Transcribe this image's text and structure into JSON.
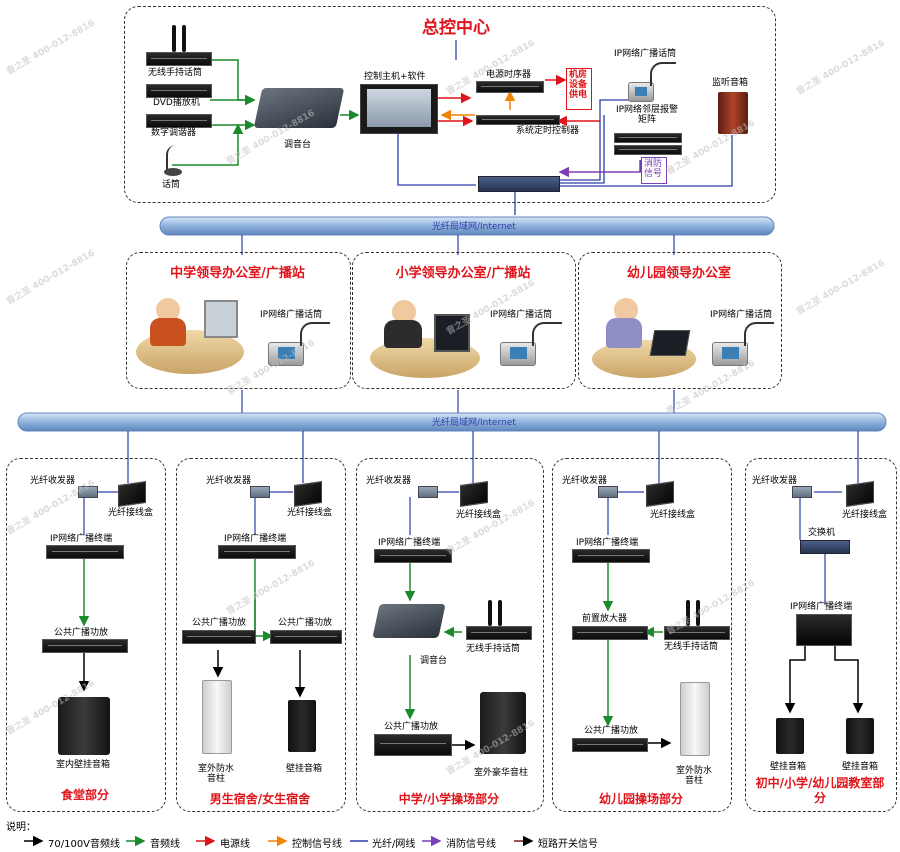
{
  "watermark": "音之圣 400-012-8816",
  "colors": {
    "red_title": "#e0141b",
    "green": "#1b8a2c",
    "black": "#000000",
    "red": "#e0141b",
    "orange": "#f08300",
    "blue": "#2b3fa6",
    "purple": "#7b3fb8"
  },
  "control_center": {
    "title": "总控中心",
    "wireless_mic": "无线手持话筒",
    "dvd": "DVD播放机",
    "tuner": "数字调谐器",
    "mic": "话筒",
    "mixer": "调音台",
    "host": "控制主机+软件",
    "power_seq": "电源时序器",
    "room_power": "机房设备供电",
    "timer": "系统定时控制器",
    "ip_mic": "IP网络广播话筒",
    "alarm_matrix": "IP网络邻层报警矩阵",
    "fire_signal": "消防信号",
    "monitor_speaker": "监听音箱"
  },
  "network_top": "光纤局域网/Internet",
  "network_mid": "光纤局域网/Internet",
  "offices": [
    {
      "title": "中学领导办公室/广播站",
      "mic": "IP网络广播话筒"
    },
    {
      "title": "小学领导办公室/广播站",
      "mic": "IP网络广播话筒"
    },
    {
      "title": "幼儿园领导办公室",
      "mic": "IP网络广播话筒"
    }
  ],
  "zones": [
    {
      "fiber": "光纤收发器",
      "box": "光纤接线盒",
      "terminal": "IP网络广播终端",
      "amp": "公共广播功放",
      "speaker": "室内壁挂音箱",
      "title": "食堂部分"
    },
    {
      "fiber": "光纤收发器",
      "box": "光纤接线盒",
      "terminal": "IP网络广播终端",
      "amp1": "公共广播功放",
      "amp2": "公共广播功放",
      "speaker1": "室外防水音柱",
      "speaker2": "壁挂音箱",
      "title": "男生宿舍/女生宿舍"
    },
    {
      "fiber": "光纤收发器",
      "box": "光纤接线盒",
      "terminal": "IP网络广播终端",
      "mixer": "调音台",
      "wireless": "无线手持话筒",
      "amp": "公共广播功放",
      "speaker": "室外豪华音柱",
      "title": "中学/小学操场部分"
    },
    {
      "fiber": "光纤收发器",
      "box": "光纤接线盒",
      "terminal": "IP网络广播终端",
      "preamp": "前置放大器",
      "wireless": "无线手持话筒",
      "amp": "公共广播功放",
      "speaker": "室外防水音柱",
      "title": "幼儿园操场部分"
    },
    {
      "fiber": "光纤收发器",
      "box": "光纤接线盒",
      "switch": "交换机",
      "terminal": "IP网络广播终端",
      "speaker1": "壁挂音箱",
      "speaker2": "壁挂音箱",
      "title": "初中/小学/幼儿园教室部分"
    }
  ],
  "legend": {
    "title": "说明：",
    "items": [
      {
        "label": "70/100V音频线",
        "color": "#000000"
      },
      {
        "label": "音频线",
        "color": "#1b8a2c"
      },
      {
        "label": "电源线",
        "color": "#e0141b"
      },
      {
        "label": "控制信号线",
        "color": "#f08300"
      },
      {
        "label": "光纤/网线",
        "color": "#2b3fa6"
      },
      {
        "label": "消防信号线",
        "color": "#7b3fb8"
      },
      {
        "label": "短路开关信号",
        "color": "#7a1b1b"
      }
    ]
  }
}
